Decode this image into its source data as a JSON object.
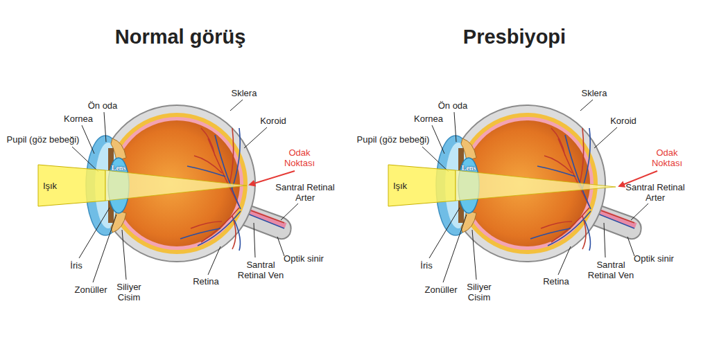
{
  "diagram": {
    "labels": [
      "Normal görüş",
      "Sklera",
      "Ön oda",
      "Kornea",
      "Koroid",
      "Pupil (göz bebeği)",
      "Lens",
      "Odak Noktası",
      "Işık",
      "Santral Retinal Arter",
      "İris",
      "Zonüller",
      "Siliyer Cisim",
      "Retina",
      "Santral Retinal Ven",
      "Optik sinir",
      "Presbiyopi",
      "Sklera",
      "Ön oda",
      "Kornea",
      "Koroid",
      "Pupil (göz bebeği)",
      "Lens",
      "Odak Noktası",
      "Işık",
      "Santral Retinal Arter",
      "İris",
      "Zonüller",
      "Siliyer Cisim",
      "Retina",
      "Santral Retinal Ven",
      "Optik sinir"
    ]
  }
}
